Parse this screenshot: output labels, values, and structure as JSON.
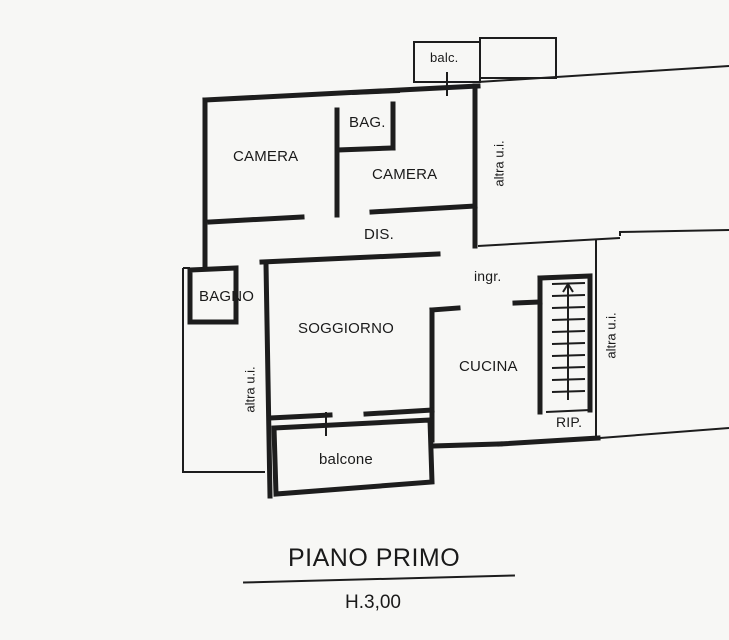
{
  "floor_plan": {
    "title": "PIANO PRIMO",
    "height": "H.3,00",
    "rooms": {
      "balc_small": "balc.",
      "bag": "BAG.",
      "camera_left": "CAMERA",
      "camera_center": "CAMERA",
      "dis": "DIS.",
      "bagno": "BAGNO",
      "ingr": "ingr.",
      "soggiorno": "SOGGIORNO",
      "cucina": "CUCINA",
      "rip": "RIP.",
      "balcone": "balcone",
      "altra_top": "altra u.i.",
      "altra_left": "altra u.i.",
      "altra_right": "altra u.i."
    }
  }
}
